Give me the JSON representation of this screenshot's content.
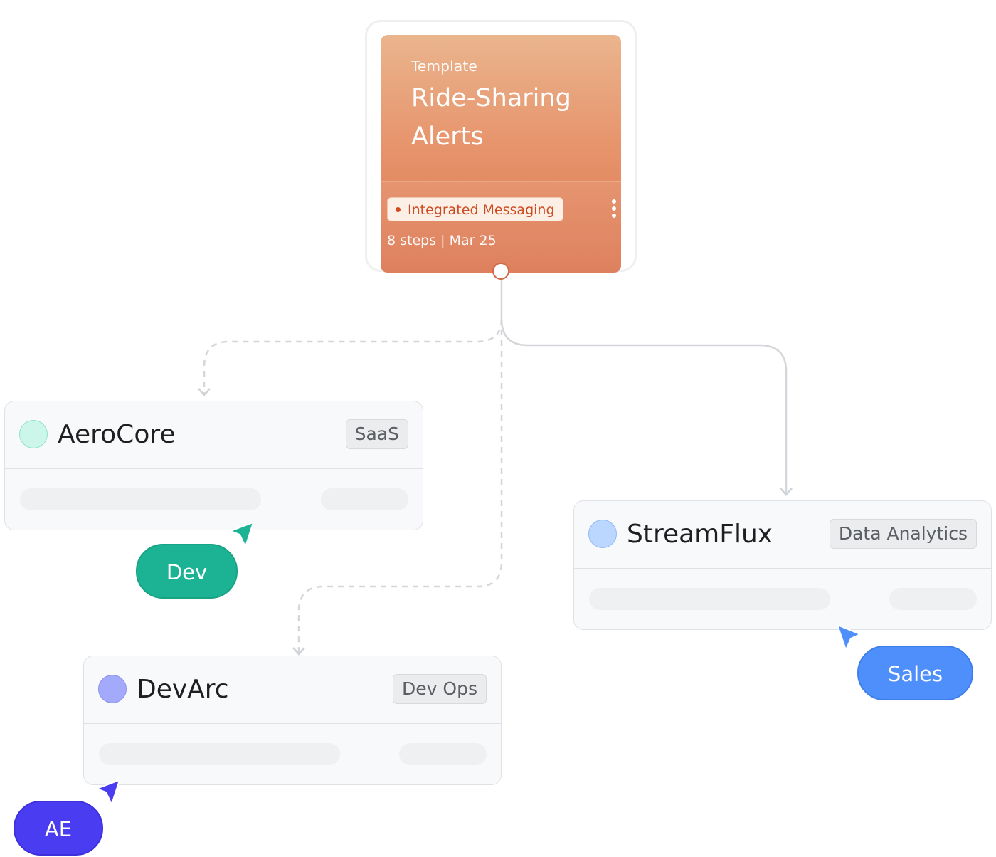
{
  "template": {
    "kicker": "Template",
    "title": "Ride-Sharing Alerts",
    "tag": "Integrated Messaging",
    "meta": "8 steps | Mar 25",
    "colors": {
      "gradient_top": "#eab58e",
      "gradient_bottom": "#dc7650",
      "tag_text": "#cd4b20"
    }
  },
  "companies": [
    {
      "name": "AeroCore",
      "badge": "SaaS",
      "dot_color": "#ccf6ea"
    },
    {
      "name": "StreamFlux",
      "badge": "Data Analytics",
      "dot_color": "#bcd7ff"
    },
    {
      "name": "DevArc",
      "badge": "Dev Ops",
      "dot_color": "#a3a9fb"
    }
  ],
  "cursors": [
    {
      "label": "Dev",
      "color": "#1bb394"
    },
    {
      "label": "Sales",
      "color": "#4f8ffb"
    },
    {
      "label": "AE",
      "color": "#4a3cf1"
    }
  ],
  "icons": [
    "kebab-menu-icon",
    "cursor-arrow-icon",
    "company-dot-icon"
  ]
}
